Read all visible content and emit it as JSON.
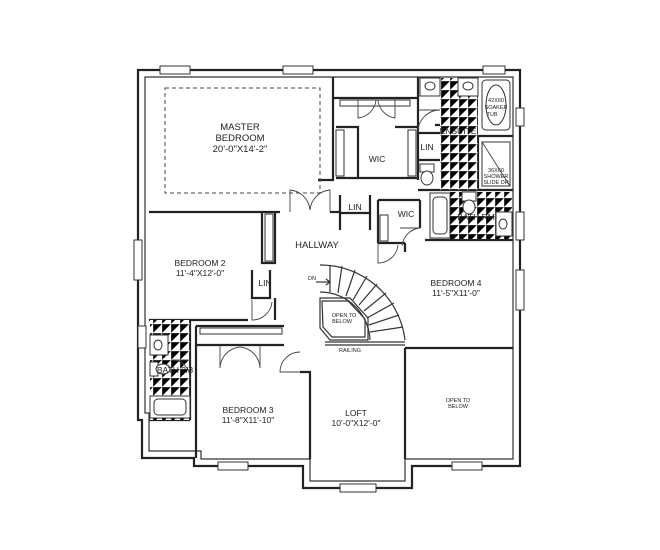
{
  "rooms": {
    "master": {
      "name_line1": "MASTER",
      "name_line2": "BEDROOM",
      "dims": "20'-0\"X14'-2\""
    },
    "wic_master": {
      "name": "WIC"
    },
    "ensuite": {
      "name": "ENSUITE"
    },
    "tub": {
      "line1": "42X60",
      "line2": "SOAKER",
      "line3": "TUB"
    },
    "shower": {
      "line1": "36X60",
      "line2": "SHOWER",
      "line3": "SLIDE DR"
    },
    "lin_ensuite": {
      "name": "LIN"
    },
    "lin_hall": {
      "name": "LIN"
    },
    "lin_bed2": {
      "name": "LIN"
    },
    "wic_hall": {
      "name": "WIC"
    },
    "bath_rm": {
      "name": "BATH RM"
    },
    "hallway": {
      "name": "HALLWAY"
    },
    "bedroom2": {
      "name": "BEDROOM 2",
      "dims": "11'-4\"X12'-0\""
    },
    "bedroom4": {
      "name": "BEDROOM 4",
      "dims": "11'-5\"X11'-0\""
    },
    "bath23": {
      "name": "BATH 2/3"
    },
    "bedroom3": {
      "name": "BEDROOM 3",
      "dims": "11'-8\"X11'-10\""
    },
    "loft": {
      "name": "LOFT",
      "dims": "10'-0\"X12'-0\""
    },
    "open_stair": {
      "line1": "OPEN TO",
      "line2": "BELOW"
    },
    "open_right": {
      "line1": "OPEN TO",
      "line2": "BELOW"
    },
    "railing": {
      "name": "RAILING"
    },
    "dn": {
      "name": "DN"
    }
  }
}
